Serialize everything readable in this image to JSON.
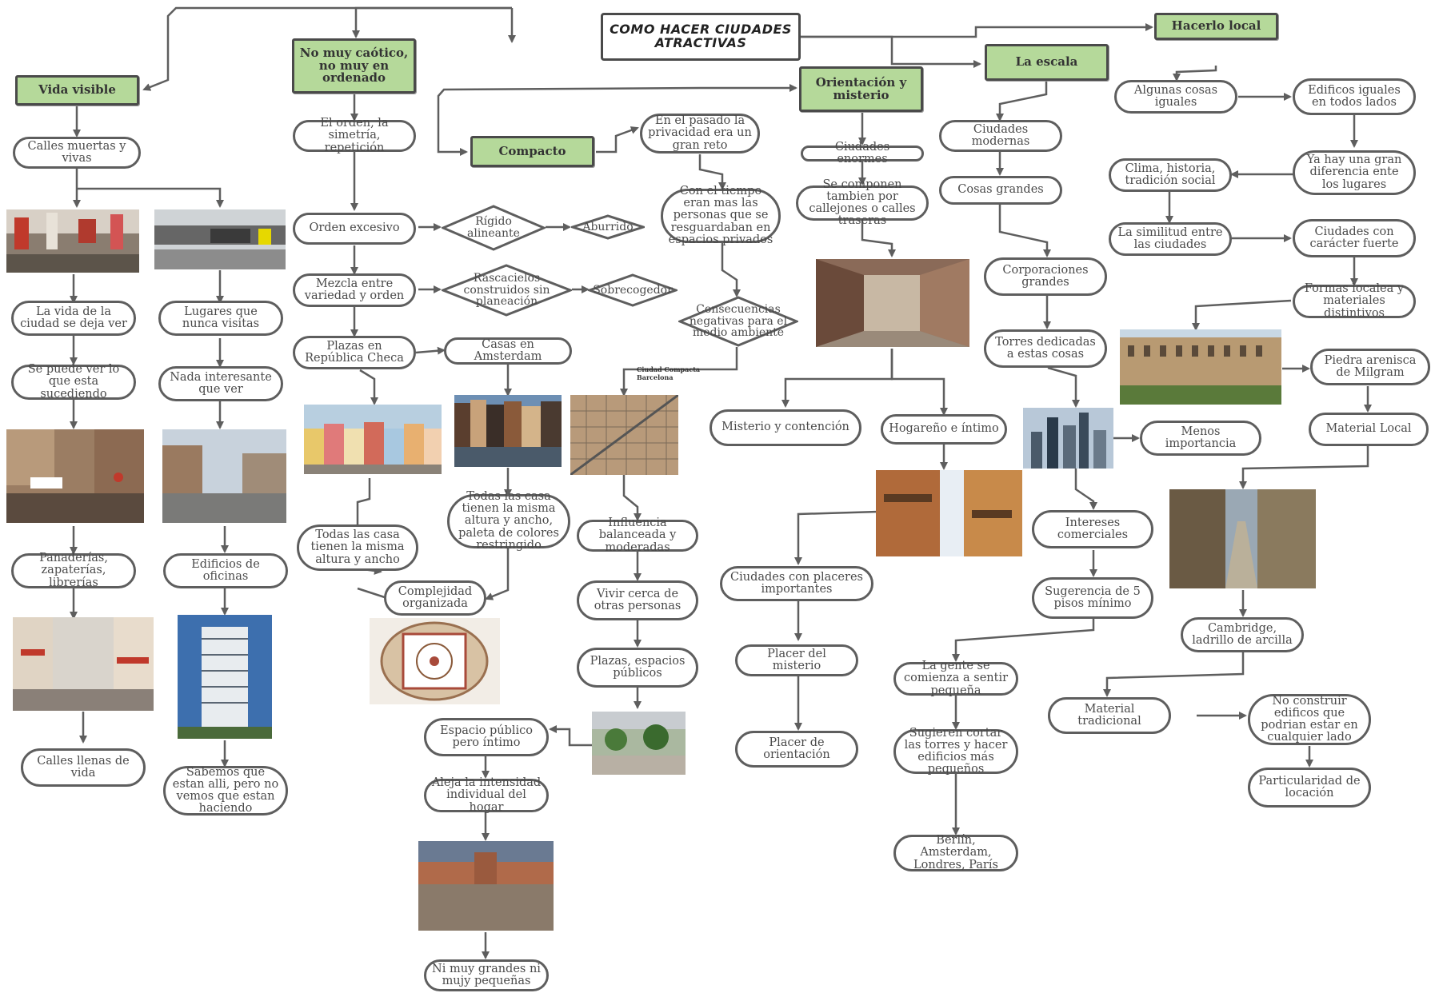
{
  "title": "COMO HACER CIUDADES ATRACTIVAS",
  "colors": {
    "main_fill": "#b5d99a",
    "line": "#5e5e5e"
  },
  "branches": {
    "vida_visible": "Vida visible",
    "no_muy_caotico": "No muy caótico, no muy en ordenado",
    "compacto": "Compacto",
    "orientacion": "Orientación y misterio",
    "escala": "La escala",
    "hacerlo_local": "Hacerlo local"
  },
  "vida": {
    "calles_muertas": "Calles muertas y vivas",
    "vida_ciudad": "La vida de la ciudad se deja ver",
    "se_puede_ver": "Se puede ver lo que esta sucediendo",
    "panaderias": "Panaderías, zapaterías, librerías",
    "calles_llenas": "Calles llenas de vida",
    "lugares_nunca": "Lugares que nunca visitas",
    "nada_interesante": "Nada interesante que ver",
    "edificios_oficinas": "Edificios de oficinas",
    "sabemos": "Sabemos que estan alli, pero no vemos que estan haciendo"
  },
  "orden": {
    "orden_simetria": "El orden, la simetría, repetición",
    "orden_excesivo": "Orden excesivo",
    "rigido": "Rígido alineante",
    "aburrido": "Aburrido",
    "mezcla": "Mezcla entre variedad y orden",
    "rascacielos": "Rascacielos construidos sin planeación",
    "sobrecogedor": "Sobrecogedor",
    "plazas_checa": "Plazas en República Checa",
    "casas_amsterdam": "Casas en Amsterdam",
    "todas_casa": "Todas las casa tienen la misma altura y ancho",
    "todas_casa_paleta": "Todas las casa tienen la misma altura y ancho, paleta de colores restringido",
    "complejidad": "Complejidad organizada"
  },
  "compacto": {
    "pasado": "En el pasado la privacidad era un gran reto",
    "con_tiempo": "Con el tiempo eran mas las personas que se resguardaban en espacios privados",
    "consecuencias": "Consecuencias negativas para el medio ambiente",
    "barcelona": "Ciudad Compacta Barcelona",
    "influencia": "Influencia balanceada y moderadas",
    "vivir_cerca": "Vivir cerca de otras personas",
    "plazas_publicos": "Plazas, espacios públicos",
    "espacio_publico": "Espacio público pero íntimo",
    "aleja": "Aleja la intensidad individual del hogar",
    "ni_muy": "Ni muy grandes ni mujy pequeñas"
  },
  "orientacion": {
    "ciudades_enormes": "Ciudades enormes",
    "se_componen": "Se componen tambien por callejones o calles traseras",
    "misterio_contencion": "Misterio y contención",
    "hogareno": "Hogareño e íntimo",
    "ciudades_placeres": "Ciudades con placeres importantes",
    "placer_misterio": "Placer del misterio",
    "placer_orientacion": "Placer de orientación"
  },
  "escala": {
    "ciudades_modernas": "Ciudades modernas",
    "cosas_grandes": "Cosas grandes",
    "corporaciones": "Corporaciones grandes",
    "torres": "Torres dedicadas a estas cosas",
    "menos_importancia": "Menos importancia",
    "intereses": "Intereses comerciales",
    "sugerencia": "Sugerencia de 5 pisos mínimo",
    "gente_pequena": "La gente se comienza a sentir pequeña",
    "sugieren_cortar": "Sugieren cortar las torres y hacer edificios más pequeños",
    "ciudades_lista": "Berlín, Amsterdam, Londres, París"
  },
  "local": {
    "algunas_cosas": "Algunas cosas iguales",
    "edificios_iguales": "Edificos iguales en todos lados",
    "gran_diferencia": "Ya hay una gran diferencia ente los lugares",
    "clima": "Clima, historia, tradición social",
    "similitud": "La similitud entre las ciudades",
    "caracter": "Ciudades con carácter fuerte",
    "formas": "Formas localea y materiales distintivos",
    "piedra": "Piedra arenisca de Milgram",
    "material_local": "Material Local",
    "cambridge": "Cambridge, ladrillo de arcilla",
    "material_tradicional": "Material tradicional",
    "no_construir": "No construir edificos que podrian estar en cualquier lado",
    "particularidad": "Particularidad de locación"
  }
}
